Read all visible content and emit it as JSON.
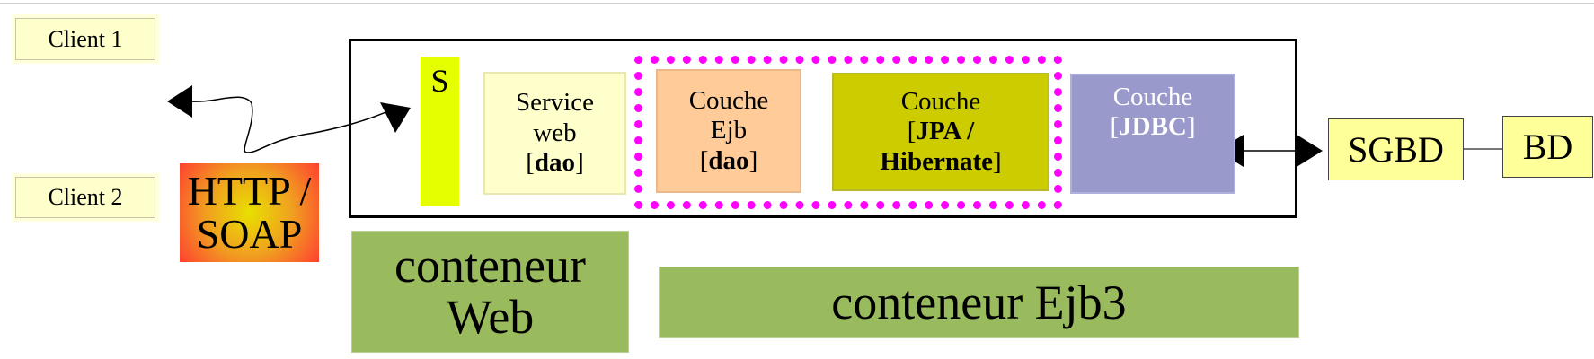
{
  "clients": {
    "client1": "Client 1",
    "client2": "Client 2"
  },
  "protocol": {
    "line1": "HTTP /",
    "line2": "SOAP"
  },
  "server_box": {
    "s_label": "S",
    "service_web": {
      "line1": "Service",
      "line2": "web",
      "bracket_open": "[",
      "bold": "dao",
      "bracket_close": "]"
    },
    "couche_ejb": {
      "line1": "Couche",
      "line2": "Ejb",
      "bracket_open": "[",
      "bold": "dao",
      "bracket_close": "]"
    },
    "couche_jpa": {
      "line1": "Couche",
      "bracket_open": "[",
      "bold1": "JPA /",
      "bold2": "Hibernate",
      "bracket_close": "]"
    },
    "couche_jdbc": {
      "line1": "Couche",
      "bracket_open": "[",
      "bold": "JDBC",
      "bracket_close": "]"
    }
  },
  "database": {
    "sgbd": "SGBD",
    "bd": "BD"
  },
  "containers": {
    "web_line1": "conteneur",
    "web_line2": "Web",
    "ejb3": "conteneur Ejb3"
  },
  "colors": {
    "magenta": "#ff00ff",
    "green": "#99bb5e",
    "jdbc": "#9999cc",
    "jpa": "#cccc00",
    "ejb": "#ffcc99",
    "s_bar": "#e5ff00"
  }
}
